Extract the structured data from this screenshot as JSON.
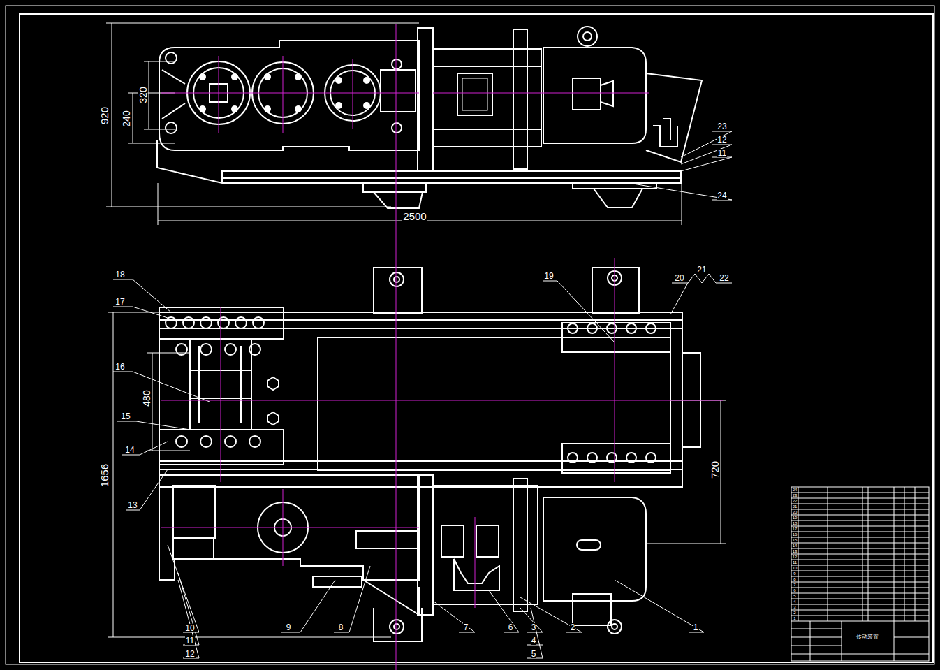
{
  "diagram": {
    "labels": [
      "920",
      "240",
      "320",
      "2500",
      "1656",
      "480",
      "720",
      "23",
      "12",
      "11",
      "24",
      "18",
      "17",
      "16",
      "15",
      "14",
      "13",
      "19",
      "20",
      "21",
      "22",
      "10",
      "11",
      "12",
      "9",
      "8",
      "7",
      "6",
      "3",
      "4",
      "5",
      "2",
      "1",
      "24",
      "23",
      "22",
      "21",
      "20",
      "19",
      "18",
      "17",
      "16",
      "15",
      "14",
      "13",
      "12",
      "11",
      "10",
      "9",
      "8",
      "7",
      "6",
      "5",
      "4",
      "3",
      "2",
      "1",
      "传动装置"
    ]
  }
}
